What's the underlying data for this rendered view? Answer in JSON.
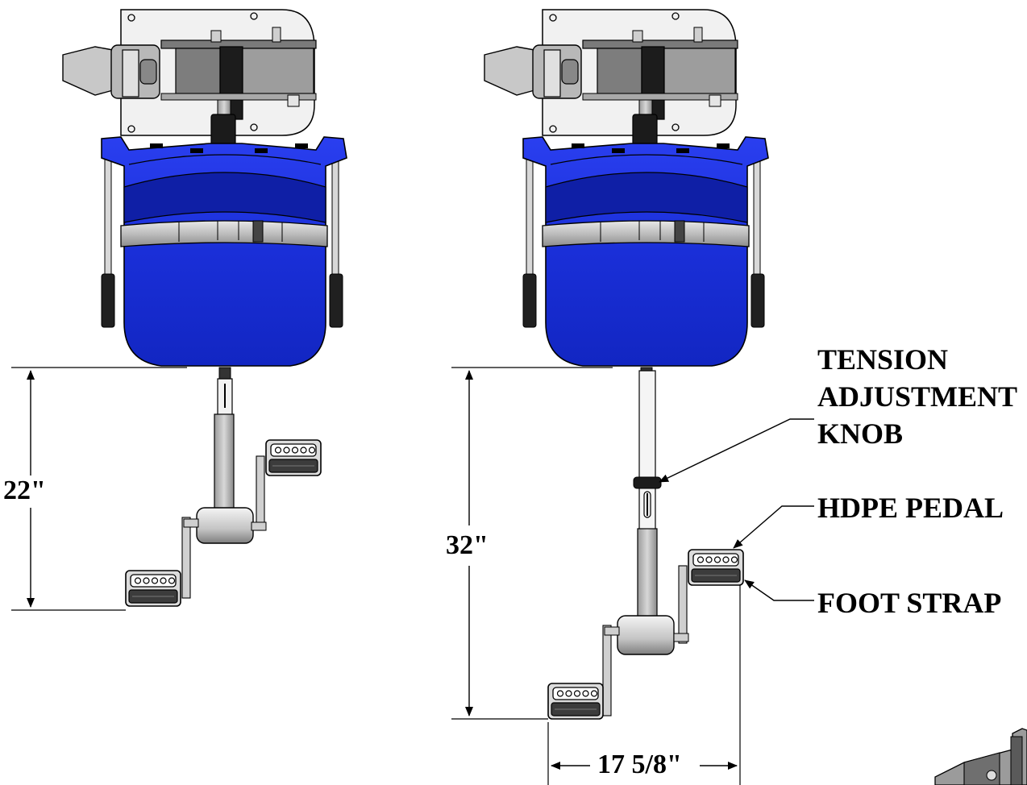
{
  "colors": {
    "seat_blue": "#1f34e6",
    "seat_dark": "#0a1a9c",
    "metal": "#c9c9c9",
    "metal_dark": "#8a8a8a",
    "plate": "#f0f0f0",
    "ink": "#000000"
  },
  "left_view": {
    "height_dim": "22\""
  },
  "right_view": {
    "height_dim": "32\"",
    "width_dim": "17 5/8\""
  },
  "callouts": {
    "tension_line1": "TENSION",
    "tension_line2": "ADJUSTMENT",
    "tension_line3": "KNOB",
    "pedal": "HDPE PEDAL",
    "strap": "FOOT STRAP"
  }
}
